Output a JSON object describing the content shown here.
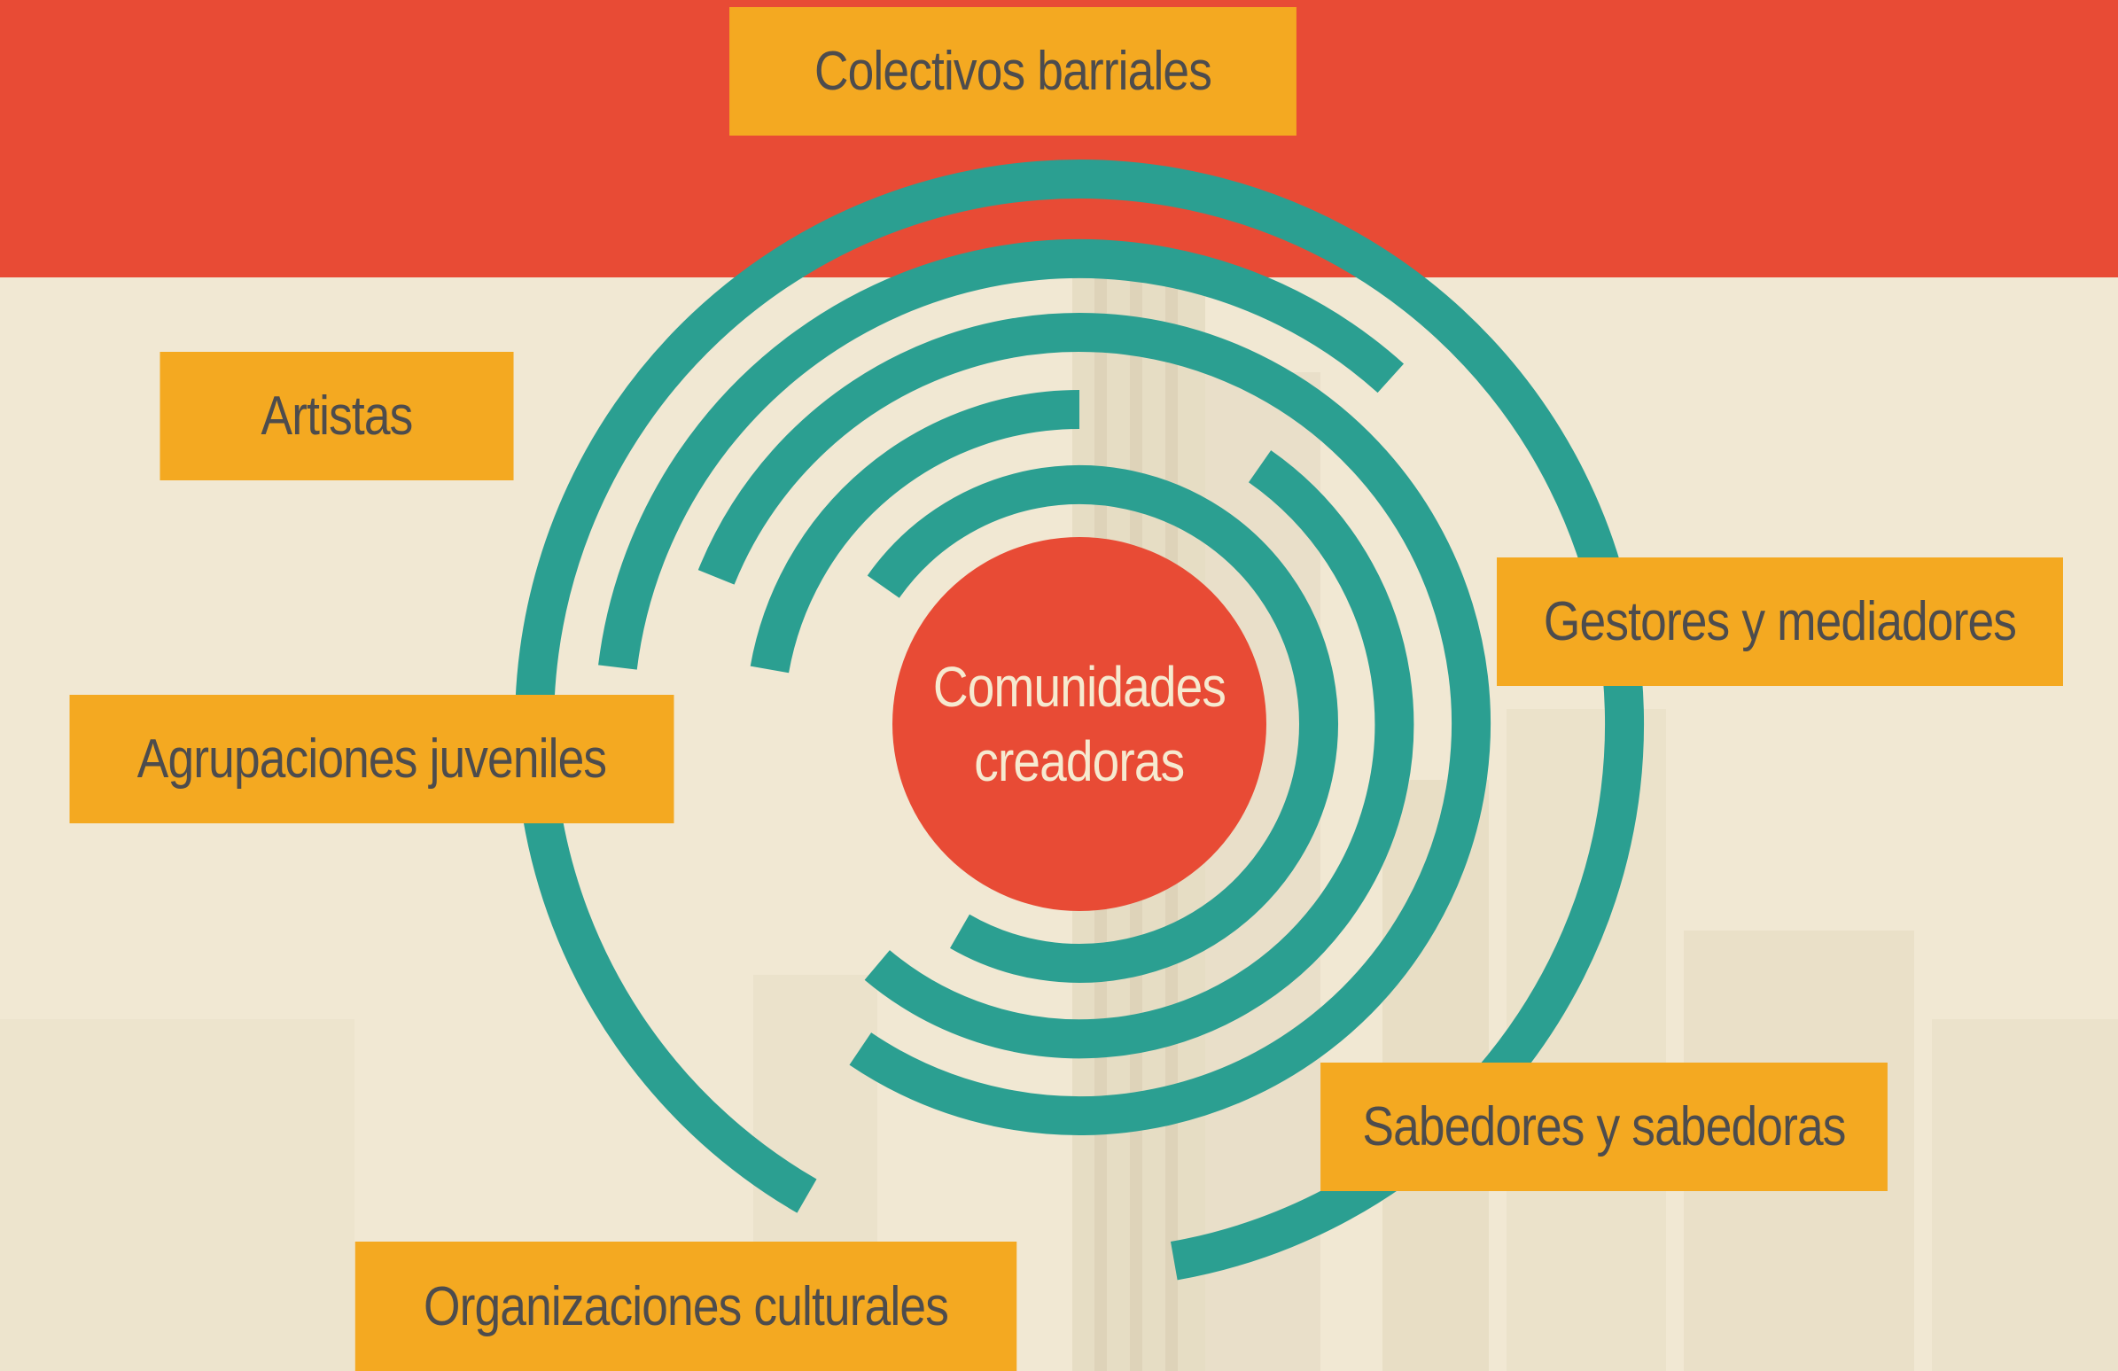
{
  "colors": {
    "band": "#e84b35",
    "background": "#f1e8d3",
    "ring": "#2b9f91",
    "label_fill": "#f4a921",
    "label_text": "#4d4c4d",
    "center_fill": "#e84b35",
    "center_text": "#f6ead0"
  },
  "center": {
    "line1": "Comunidades",
    "line2": "creadoras"
  },
  "labels": {
    "colectivos": "Colectivos barriales",
    "artistas": "Artistas",
    "gestores": "Gestores y mediadores",
    "agrupaciones": "Agrupaciones juveniles",
    "sabedores": "Sabedores y sabedoras",
    "organizaciones": "Organizaciones culturales"
  }
}
